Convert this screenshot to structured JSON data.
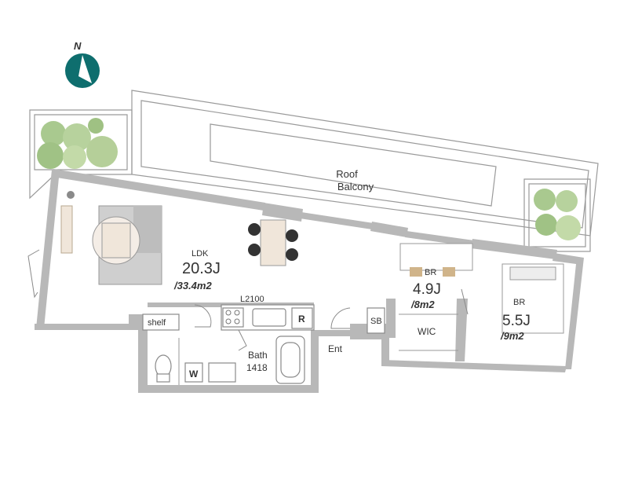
{
  "compass": {
    "north_label": "N",
    "color": "#0e6e6e"
  },
  "rooms": {
    "roof_balcony": {
      "line1": "Roof",
      "line2": "Balcony"
    },
    "ldk": {
      "name": "LDK",
      "size_j": "20.3J",
      "size_m2": "/33.4m2"
    },
    "br_small": {
      "name": "BR",
      "size_j": "4.9J",
      "size_m2": "/8m2"
    },
    "br_large": {
      "name": "BR",
      "size_j": "5.5J",
      "size_m2": "/9m2"
    },
    "wic": "WIC",
    "sb": "SB",
    "entrance": "Ent",
    "bath": {
      "line1": "Bath",
      "line2": "1418"
    },
    "shelf": "shelf",
    "kitchen": "L2100",
    "refrigerator": "R",
    "washer": "W"
  },
  "colors": {
    "wall": "#b8b8b8",
    "plant": "#a9c98f",
    "sofa": "#cfcfcf",
    "table": "#f0e6da",
    "chair": "#333333"
  }
}
